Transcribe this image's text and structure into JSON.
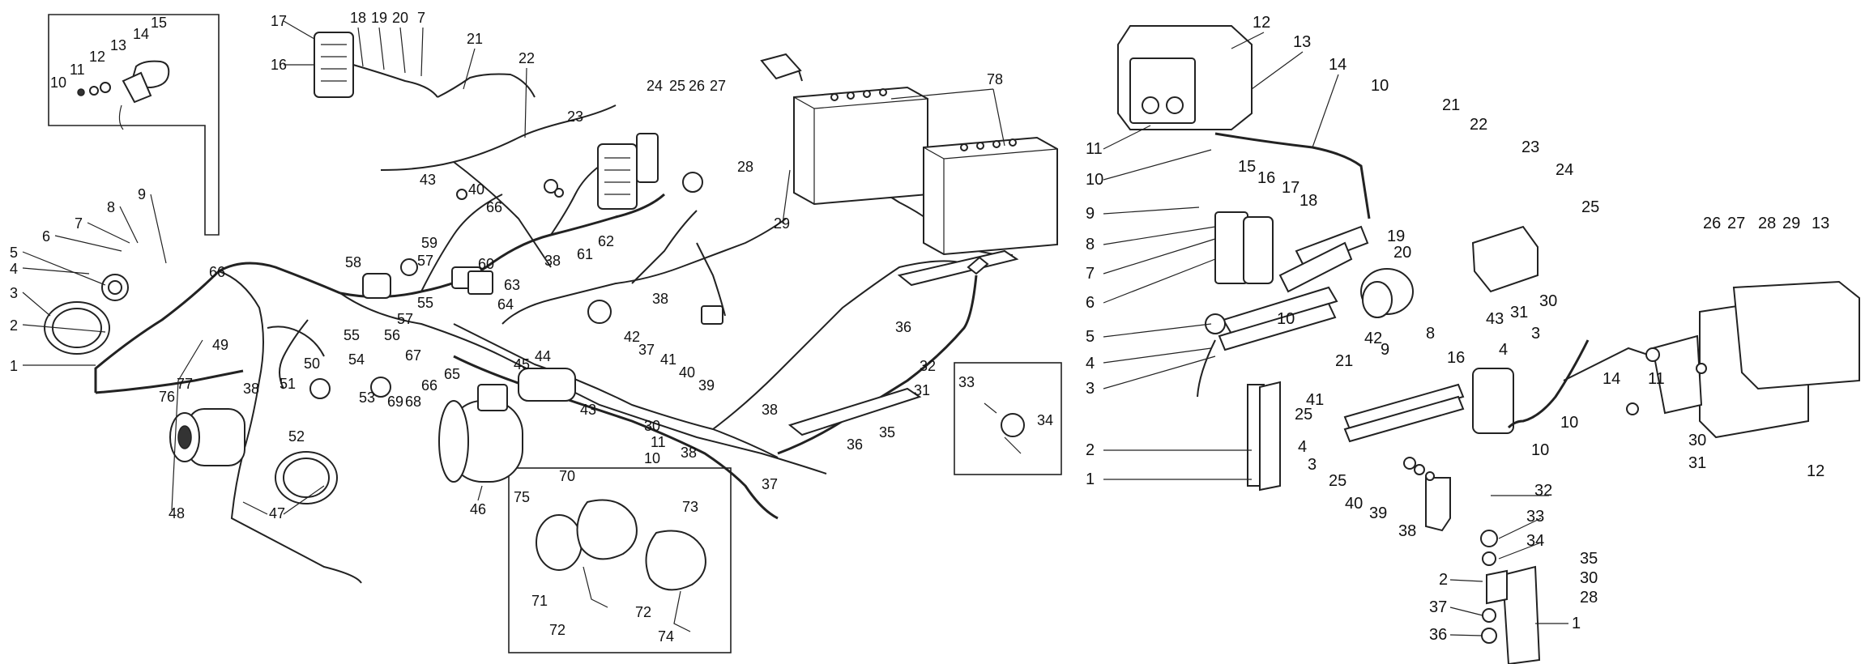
{
  "left_diagram": {
    "callouts": {
      "c1": "1",
      "c2": "2",
      "c3": "3",
      "c4": "4",
      "c5": "5",
      "c6": "6",
      "c7": "7",
      "c8": "8",
      "c9": "9",
      "c10": "10",
      "c11": "11",
      "c12": "12",
      "c13": "13",
      "c14": "14",
      "c15": "15",
      "c16": "16",
      "c17": "17",
      "c18": "18",
      "c19": "19",
      "c20": "20",
      "c21": "21",
      "c22": "22",
      "c23": "23",
      "c24": "24",
      "c25": "25",
      "c26": "26",
      "c27": "27",
      "c28": "28",
      "c29": "29",
      "c30": "30",
      "c31": "31",
      "c32": "32",
      "c33": "33",
      "c34": "34",
      "c35": "35",
      "c36": "36",
      "c37": "37",
      "c38": "38",
      "c39": "39",
      "c40": "40",
      "c41": "41",
      "c42": "42",
      "c43": "43",
      "c44": "44",
      "c45": "45",
      "c46": "46",
      "c47": "47",
      "c48": "48",
      "c49": "49",
      "c50": "50",
      "c51": "51",
      "c52": "52",
      "c53": "53",
      "c54": "54",
      "c55": "55",
      "c56": "56",
      "c57": "57",
      "c58": "58",
      "c59": "59",
      "c60": "60",
      "c61": "61",
      "c62": "62",
      "c63": "63",
      "c64": "64",
      "c65": "65",
      "c66": "66",
      "c67": "67",
      "c68": "68",
      "c69": "69",
      "c70": "70",
      "c71": "71",
      "c72": "72",
      "c73": "73",
      "c74": "74",
      "c75": "75",
      "c76": "76",
      "c77": "77",
      "c78": "78"
    }
  },
  "right_diagram": {
    "callouts": {
      "r1": "1",
      "r2": "2",
      "r3": "3",
      "r4": "4",
      "r5": "5",
      "r6": "6",
      "r7": "7",
      "r8": "8",
      "r9": "9",
      "r10": "10",
      "r11": "11",
      "r12": "12",
      "r13": "13",
      "r14": "14",
      "r15": "15",
      "r16": "16",
      "r17": "17",
      "r18": "18",
      "r19": "19",
      "r20": "20",
      "r21": "21",
      "r22": "22",
      "r23": "23",
      "r24": "24",
      "r25": "25",
      "r26": "26",
      "r27": "27",
      "r28": "28",
      "r29": "29",
      "r30": "30",
      "r31": "31",
      "r32": "32",
      "r33": "33",
      "r34": "34",
      "r35": "35",
      "r36": "36",
      "r37": "37",
      "r38": "38",
      "r39": "39",
      "r40": "40",
      "r41": "41",
      "r42": "42",
      "r43": "43"
    }
  }
}
